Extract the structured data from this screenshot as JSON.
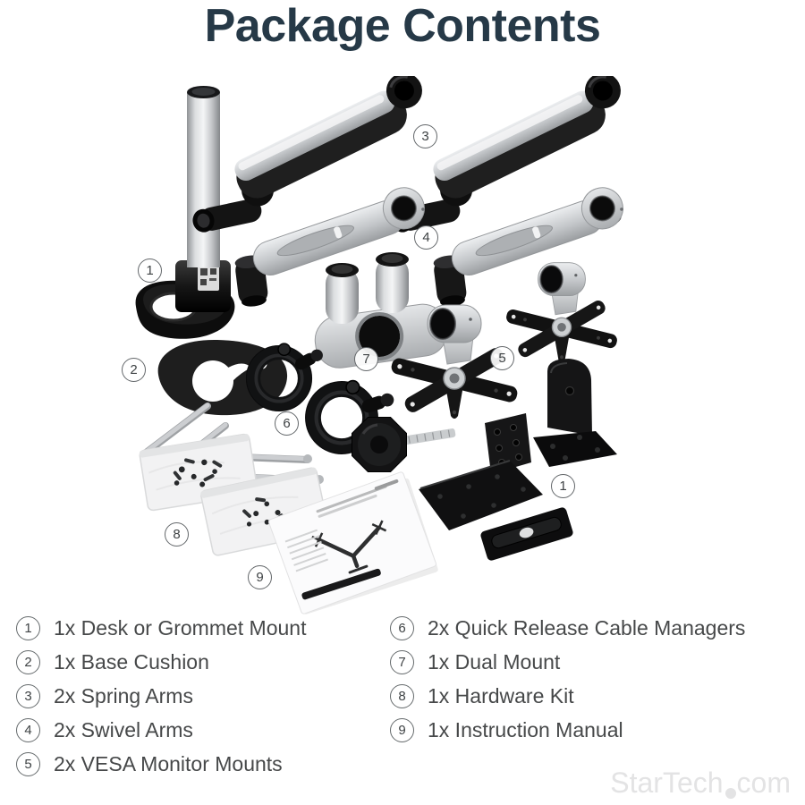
{
  "title": {
    "text": "Package Contents"
  },
  "colors": {
    "title": "#263947",
    "legend_text": "#464849",
    "callout_stroke": "#63676a",
    "watermark": "#e3e3e4",
    "silver": "#c9ccce",
    "black_part": "#141414"
  },
  "collage": {
    "callouts": [
      {
        "num": "1"
      },
      {
        "num": "2"
      },
      {
        "num": "3"
      },
      {
        "num": "4"
      },
      {
        "num": "5"
      },
      {
        "num": "6"
      },
      {
        "num": "7"
      },
      {
        "num": "8"
      },
      {
        "num": "9"
      },
      {
        "num": "1"
      }
    ]
  },
  "legend": {
    "columns": [
      {
        "items": [
          {
            "num": "1",
            "label": "1x Desk or Grommet Mount"
          },
          {
            "num": "2",
            "label": "1x Base Cushion"
          },
          {
            "num": "3",
            "label": "2x Spring Arms"
          },
          {
            "num": "4",
            "label": "2x Swivel Arms"
          },
          {
            "num": "5",
            "label": "2x VESA Monitor Mounts"
          }
        ]
      },
      {
        "items": [
          {
            "num": "6",
            "label": "2x Quick Release Cable Managers"
          },
          {
            "num": "7",
            "label": "1x Dual Mount"
          },
          {
            "num": "8",
            "label": "1x Hardware Kit"
          },
          {
            "num": "9",
            "label": "1x Instruction Manual"
          }
        ]
      }
    ]
  },
  "watermark": {
    "brand": "StarTech",
    "tld": "com"
  }
}
